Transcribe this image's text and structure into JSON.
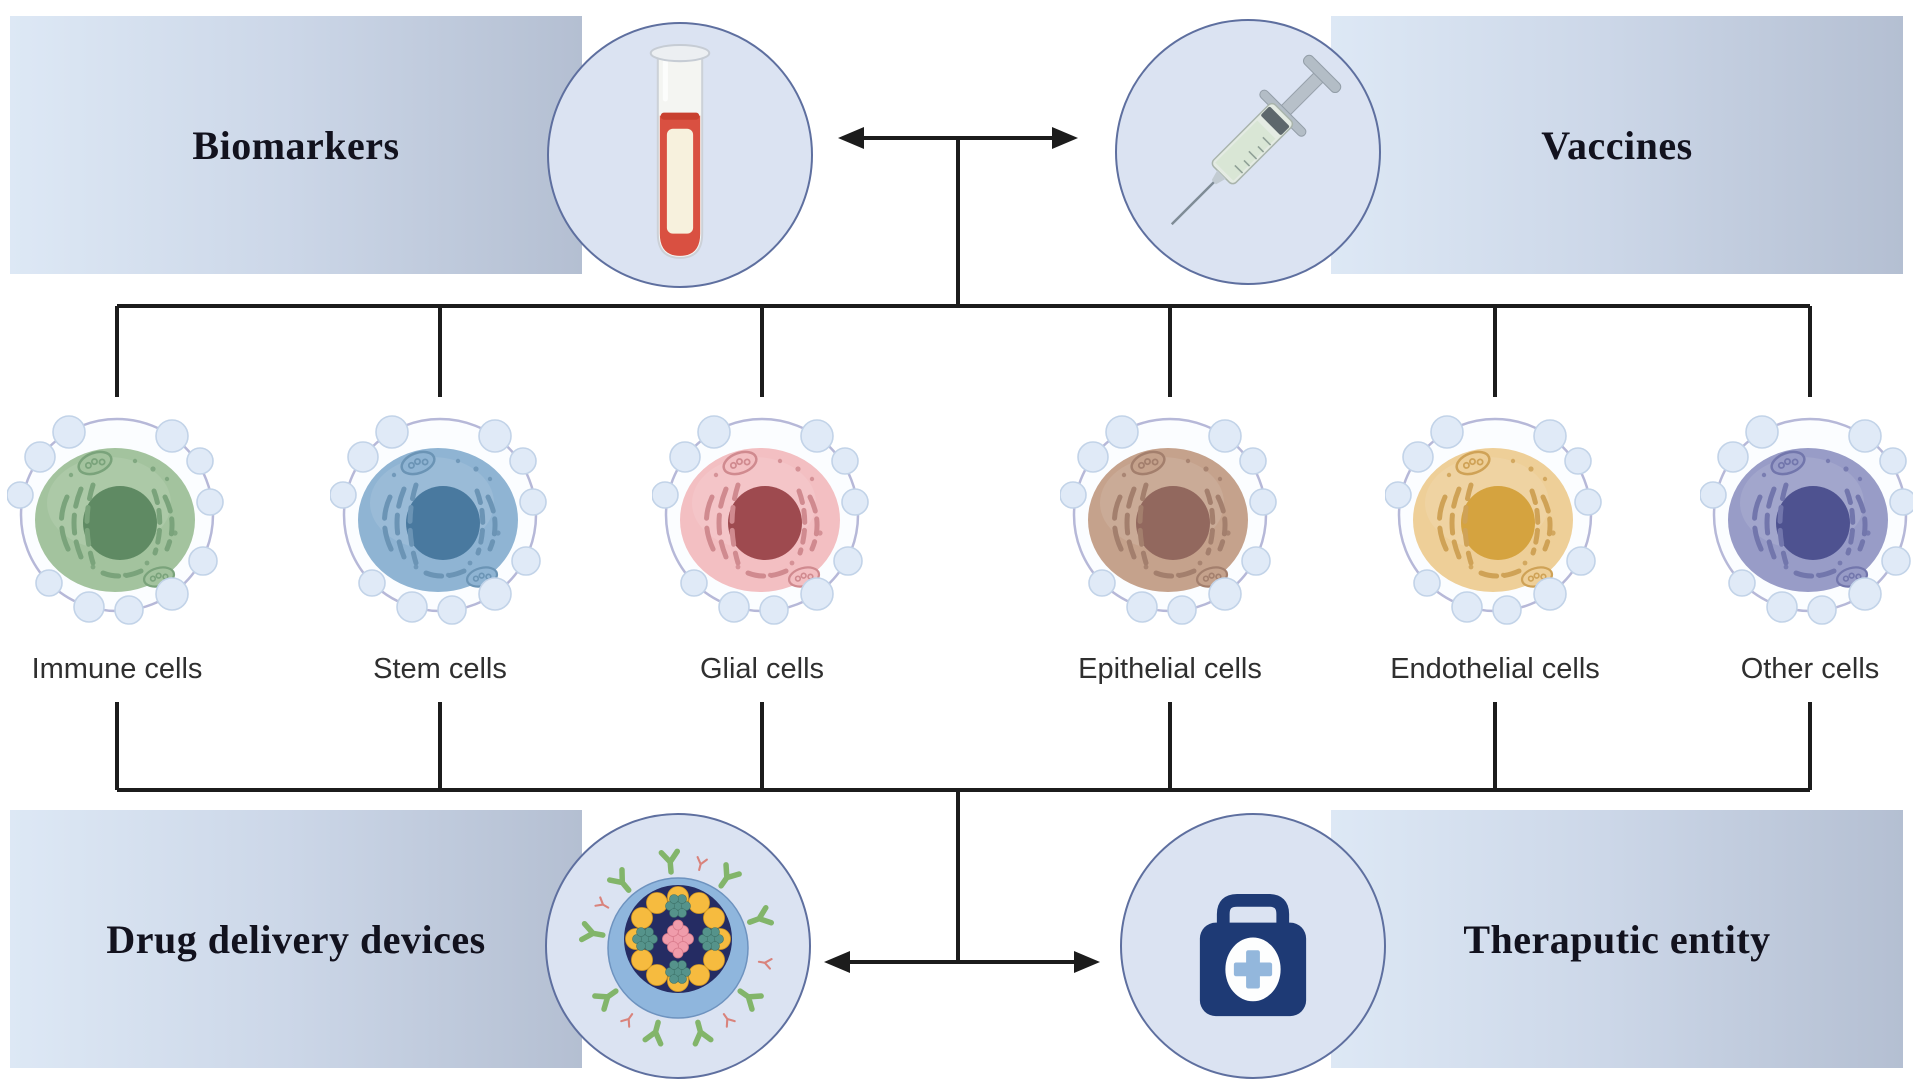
{
  "figure": {
    "top_left": {
      "label": "Biomarkers",
      "icon": "blood-test-tube-icon"
    },
    "top_right": {
      "label": "Vaccines",
      "icon": "syringe-icon"
    },
    "bottom_left": {
      "label": "Drug delivery devices",
      "icon": "nanoparticle-icon"
    },
    "bottom_right": {
      "label": "Theraputic entity",
      "icon": "first-aid-kit-icon"
    },
    "cells": [
      {
        "label": "Immune cells",
        "colors": {
          "body": "#a3c39e",
          "nucleus": "#5f8a63",
          "organelle": "#7aa37b"
        }
      },
      {
        "label": "Stem cells",
        "colors": {
          "body": "#8fb4d3",
          "nucleus": "#49799f",
          "organelle": "#6b94b5"
        }
      },
      {
        "label": "Glial cells",
        "colors": {
          "body": "#f3bfc2",
          "nucleus": "#9e4a4f",
          "organelle": "#d08a8f"
        }
      },
      {
        "label": "Epithelial cells",
        "colors": {
          "body": "#c5a28c",
          "nucleus": "#92685e",
          "organelle": "#a37f6d"
        }
      },
      {
        "label": "Endothelial cells",
        "colors": {
          "body": "#eecf98",
          "nucleus": "#d5a33f",
          "organelle": "#cfa256"
        }
      },
      {
        "label": "Other cells",
        "colors": {
          "body": "#989cc7",
          "nucleus": "#4e5290",
          "organelle": "#7276ac"
        }
      }
    ],
    "palette": {
      "box_gradient_start": "#dde8f5",
      "box_gradient_end": "#b4bfd2",
      "circle_fill": "#dbe3f2",
      "circle_stroke": "#5e6f9f",
      "line_color": "#1c1c1c",
      "zone_label_color": "#12121e",
      "cell_label_color": "#2f2f2f",
      "membrane_stroke": "#b6b8d8",
      "vesicle_fill": "#e0eaf7",
      "vesicle_stroke": "#c2d3e8",
      "blood_red": "#d95041",
      "kit_navy": "#1e3a75",
      "kit_cross": "#93b7dc",
      "liposome_core_navy": "#252c63",
      "liposome_ring_blue": "#8fb6dd",
      "lipid_yellow": "#f6bb3f",
      "antibody_green": "#82b56a"
    }
  }
}
